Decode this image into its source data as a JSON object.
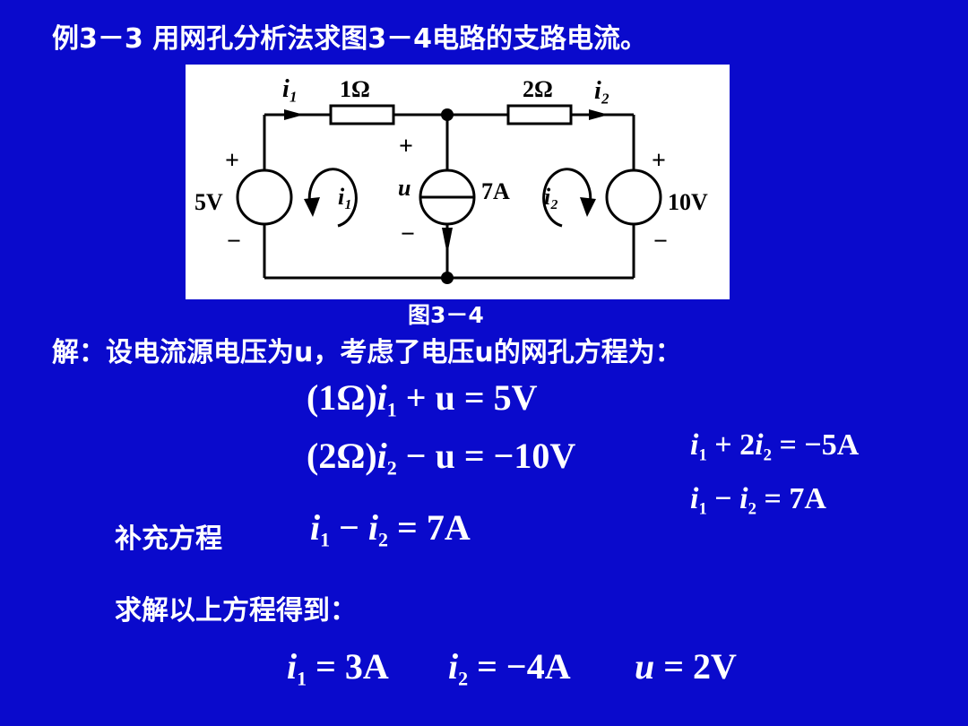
{
  "title": "例3－3 用网孔分析法求图3－4电路的支路电流。",
  "figure": {
    "caption": "图3－4",
    "labels": {
      "i1_top": "i₁",
      "r1": "1Ω",
      "r2": "2Ω",
      "i2_top": "i₂",
      "plus_left": "+",
      "minus_left": "−",
      "v_left": "5V",
      "mesh1": "i₁",
      "u": "u",
      "plus_mid": "+",
      "minus_mid": "−",
      "isrc": "7A",
      "mesh2": "i₂",
      "plus_right": "+",
      "minus_right": "−",
      "v_right": "10V"
    }
  },
  "solution": {
    "intro": "解：设电流源电压为u，考虑了电压u的网孔方程为：",
    "eq1": {
      "coef": "(1Ω)",
      "var": "i",
      "sub": "1",
      "rest": " + u = 5V"
    },
    "eq2": {
      "coef": "(2Ω)",
      "var": "i",
      "sub": "2",
      "rest": " − u = −10V"
    },
    "supp_label": "补充方程",
    "supp": {
      "a": "i",
      "a_sub": "1",
      "op": " − ",
      "b": "i",
      "b_sub": "2",
      "rest": " = 7A"
    },
    "right1": {
      "a": "i",
      "a_sub": "1",
      "mid": " + 2",
      "b": "i",
      "b_sub": "2",
      "rest": " = −5A"
    },
    "right2": {
      "a": "i",
      "a_sub": "1",
      "mid": " − ",
      "b": "i",
      "b_sub": "2",
      "rest": " = 7A"
    },
    "solve_label": "求解以上方程得到：",
    "result": {
      "r1": {
        "var": "i",
        "sub": "1",
        "rest": " = 3A"
      },
      "r2": {
        "var": "i",
        "sub": "2",
        "rest": " = −4A"
      },
      "r3": {
        "var": "u",
        "rest": " = 2V"
      }
    }
  }
}
